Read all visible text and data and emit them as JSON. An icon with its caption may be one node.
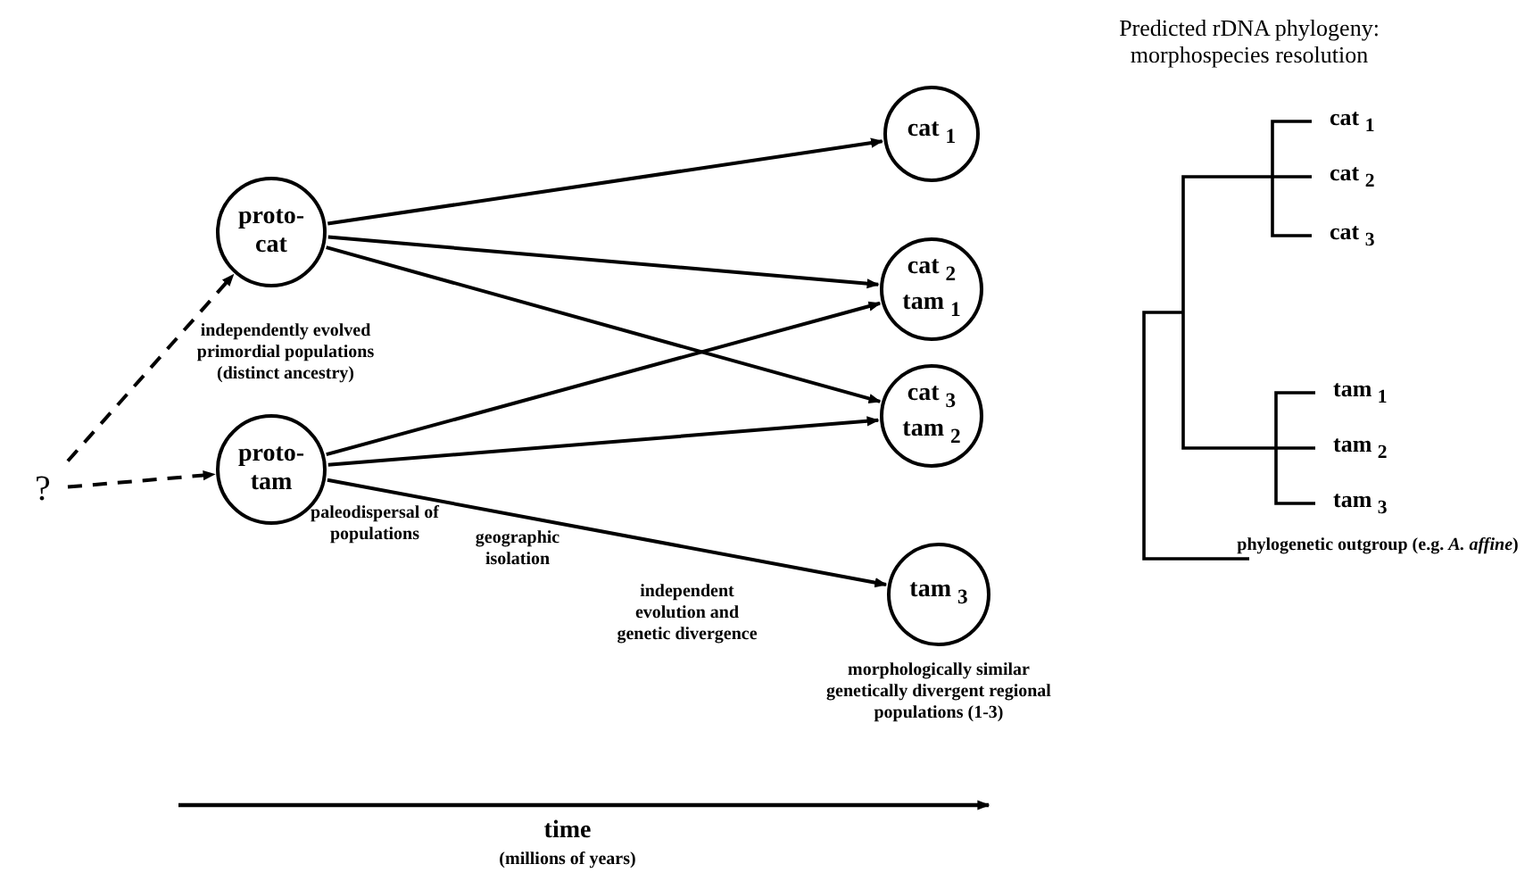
{
  "diagram": {
    "nodes": [
      {
        "text": [
          "?"
        ]
      },
      {
        "text": [
          "proto-cat"
        ],
        "beside": [
          "independently evolved primordial populations (distinct ancestry)"
        ]
      },
      {
        "text": [
          "proto-tam"
        ]
      },
      {
        "text": [
          "cat $_{1}$"
        ]
      },
      {
        "text": [
          "cat $_{2}$",
          "tam $_{1}$"
        ]
      },
      {
        "text": [
          "cat $_{3}$",
          "tam $_{2}$"
        ]
      },
      {
        "text": [
          "tam $_{3}$"
        ],
        "beside": [
          "morphologically similar genetically divergent regional populations (1-3)"
        ]
      }
    ],
    "edges": [
      {
        "from": 0,
        "to": 1,
        "arrow": "to",
        "style": "dashed"
      },
      {
        "from": 0,
        "to": 2,
        "arrow": "to",
        "style": "dashed"
      },
      {
        "from": 1,
        "to": 3,
        "arrow": "to"
      },
      {
        "from": 1,
        "to": 4,
        "arrow": "to"
      },
      {
        "from": 1,
        "to": 5,
        "arrow": "to"
      },
      {
        "from": 2,
        "to": 4,
        "arrow": "to"
      },
      {
        "from": 2,
        "to": 5,
        "arrow": "to"
      },
      {
        "from": 2,
        "to": 6,
        "arrow": "to"
      }
    ],
    "labels": [
      "Predicted rDNA phylogeny: morphospecies resolution",
      "cat $_{1}$",
      "cat $_{2}$",
      "cat $_{3}$",
      "tam $_{1}$",
      "tam $_{2}$",
      "tam $_{3}$",
      "paleodispersal of populations",
      "geographic isolation",
      "independent evolution and genetic divergence",
      "phylogenetic outgroup (e.g. *A. affine*)",
      "time",
      "(millions of years)"
    ]
  }
}
